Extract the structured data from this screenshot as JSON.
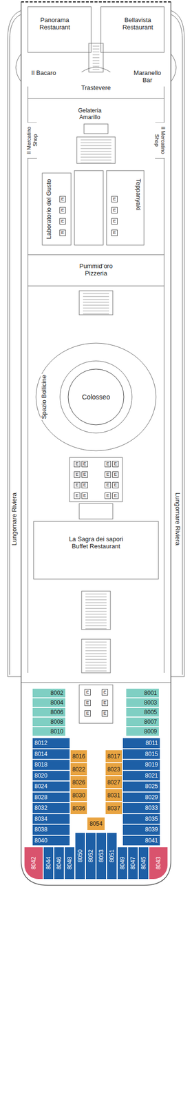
{
  "diagram": {
    "nodes": [
      {
        "text": [
          "8002"
        ]
      },
      {
        "text": [
          "8004"
        ]
      },
      {
        "text": [
          "8006"
        ]
      },
      {
        "text": [
          "8008"
        ]
      },
      {
        "text": [
          "8010"
        ]
      },
      {
        "text": [
          "8001"
        ]
      },
      {
        "text": [
          "8003"
        ]
      },
      {
        "text": [
          "8005"
        ]
      },
      {
        "text": [
          "8007"
        ]
      },
      {
        "text": [
          "8009"
        ]
      },
      {
        "text": [
          "8012"
        ]
      },
      {
        "text": [
          "8014"
        ]
      },
      {
        "text": [
          "8018"
        ]
      },
      {
        "text": [
          "8020"
        ]
      },
      {
        "text": [
          "8024"
        ]
      },
      {
        "text": [
          "8028"
        ]
      },
      {
        "text": [
          "8032"
        ]
      },
      {
        "text": [
          "8034"
        ]
      },
      {
        "text": [
          "8038"
        ]
      },
      {
        "text": [
          "8040"
        ]
      },
      {
        "text": [
          "8016"
        ]
      },
      {
        "text": [
          "8022"
        ]
      },
      {
        "text": [
          "8026"
        ]
      },
      {
        "text": [
          "8030"
        ]
      },
      {
        "text": [
          "8036"
        ]
      },
      {
        "text": [
          "8017"
        ]
      },
      {
        "text": [
          "8023"
        ]
      },
      {
        "text": [
          "8027"
        ]
      },
      {
        "text": [
          "8031"
        ]
      },
      {
        "text": [
          "8037"
        ]
      },
      {
        "text": [
          "8011"
        ]
      },
      {
        "text": [
          "8015"
        ]
      },
      {
        "text": [
          "8019"
        ]
      },
      {
        "text": [
          "8021"
        ]
      },
      {
        "text": [
          "8025"
        ]
      },
      {
        "text": [
          "8029"
        ]
      },
      {
        "text": [
          "8033"
        ]
      },
      {
        "text": [
          "8035"
        ]
      },
      {
        "text": [
          "8039"
        ]
      },
      {
        "text": [
          "8041"
        ]
      },
      {
        "text": [
          "8054"
        ]
      },
      {
        "text": [
          "8042"
        ]
      },
      {
        "text": [
          "8044"
        ]
      },
      {
        "text": [
          "8046"
        ]
      },
      {
        "text": [
          "8048"
        ]
      },
      {
        "text": [
          "8050"
        ]
      },
      {
        "text": [
          "8052"
        ]
      },
      {
        "text": [
          "8053"
        ]
      },
      {
        "text": [
          "8051"
        ]
      },
      {
        "text": [
          "8049"
        ]
      },
      {
        "text": [
          "8047"
        ]
      },
      {
        "text": [
          "8045"
        ]
      },
      {
        "text": [
          "8043"
        ]
      }
    ],
    "labels": [
      "Panorama Restaurant",
      "Bellavista Restaurant",
      "Il Bacaro",
      "Maranello Bar",
      "Trastevere",
      "Gelateria Amarillo",
      "Il Mercatino Shop",
      "Il Mercatino Shop",
      "Laboratorio del Gusto",
      "Teppanyaki",
      "Pummid’oro Pizzeria",
      "Spazio Bollicine",
      "Colosseo",
      "Lungomare Riviera",
      "Lungomare Riviera",
      "La Sagra dei sapori Buffet Restaurant",
      "E",
      "E",
      "E",
      "E",
      "E",
      "E",
      "E",
      "E",
      "E",
      "E",
      "E",
      "E",
      "E",
      "E",
      "E",
      "E",
      "E",
      "E",
      "E",
      "E",
      "E",
      "E",
      "E",
      "E",
      "E",
      "E",
      "E",
      "E",
      "E",
      "E"
    ]
  }
}
